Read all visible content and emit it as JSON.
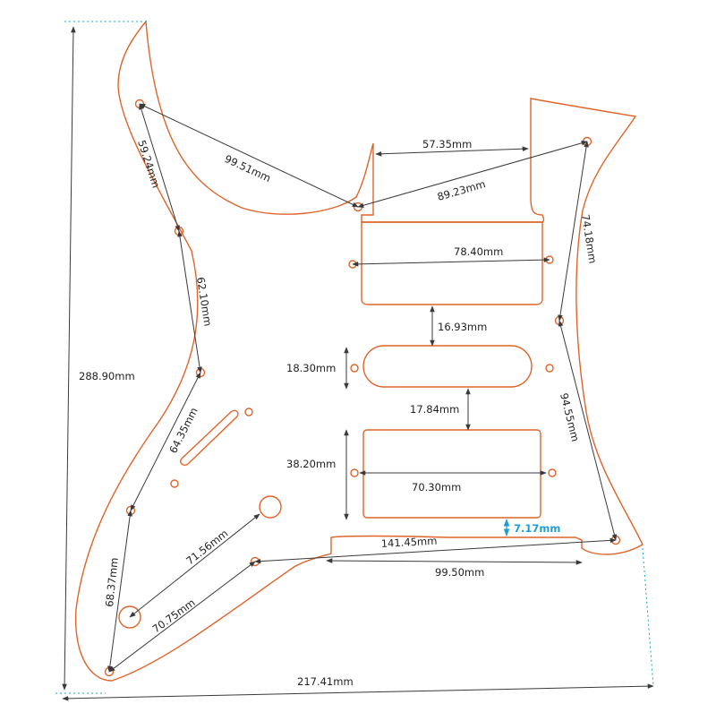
{
  "colors": {
    "outline": "#e0642a",
    "dimension": "#3a3a3a",
    "accent": "#1aa0d6",
    "background": "#ffffff"
  },
  "dimensions": {
    "overall_height": "288.90mm",
    "overall_width": "217.41mm",
    "horn_to_neck_hole": "99.51mm",
    "neck_pocket_width": "57.35mm",
    "neck_to_treble_hole": "89.23mm",
    "upper_left_holes": "59.24mm",
    "treble_side_upper": "74.18mm",
    "left_holes_middle": "62.10mm",
    "neck_pickup_holes": "78.40mm",
    "gap_neck_middle": "16.93mm",
    "single_coil_height": "18.30mm",
    "treble_side_lower": "94.55mm",
    "left_holes_lower": "64.35mm",
    "gap_middle_bridge": "17.84mm",
    "bridge_pickup_height": "38.20mm",
    "bridge_pickup_holes": "70.30mm",
    "pickup_to_bridge_cut": "7.17mm",
    "control_to_jack": "71.56mm",
    "bottom_holes": "141.45mm",
    "bridge_cut_width": "99.50mm",
    "lower_left_holes": "68.37mm",
    "bottom_left_to_control": "70.75mm"
  }
}
